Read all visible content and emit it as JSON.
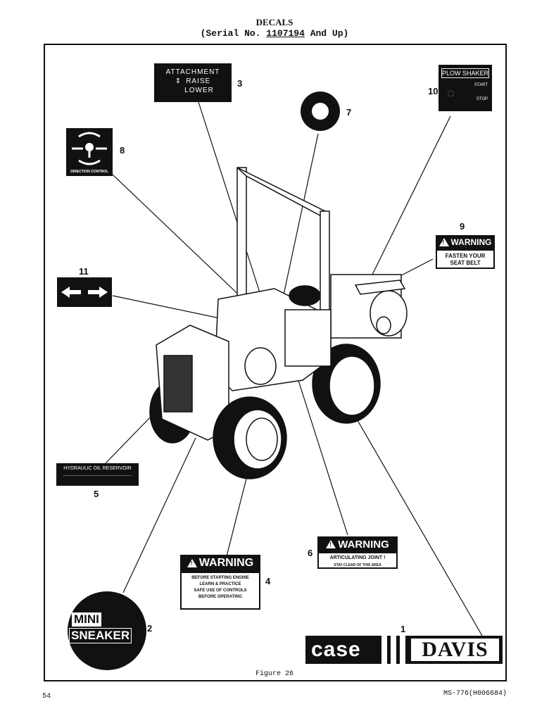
{
  "header": {
    "title": "DECALS",
    "serial_prefix": "(Serial No. ",
    "serial_number": "1107194",
    "serial_suffix": " And Up)"
  },
  "callouts": [
    "1",
    "2",
    "3",
    "4",
    "5",
    "6",
    "7",
    "8",
    "9",
    "10",
    "11"
  ],
  "decals": {
    "attachment": {
      "line1": "ATTACHMENT",
      "line2": "RAISE",
      "line3": "LOWER"
    },
    "plow_shaker": {
      "title": "PLOW SHAKER",
      "start": "START",
      "stop": "STOP"
    },
    "direction_control": {
      "caption": "DIRECTION CONTROL"
    },
    "warning_seat_belt": {
      "head": "WARNING",
      "line1": "FASTEN YOUR",
      "line2": "SEAT BELT"
    },
    "hydraulic": {
      "title": "HYDRAULIC OIL RESERVOIR"
    },
    "warning_articulating": {
      "head": "WARNING",
      "line1": "ARTICULATING JOINT !",
      "line2": "STAY CLEAR OF THIS AREA"
    },
    "warning_starting": {
      "head": "WARNING",
      "line1": "BEFORE STARTING ENGINE",
      "line2": "LEARN & PRACTICE",
      "line3": "SAFE USE OF CONTROLS",
      "line4": "BEFORE OPERATING"
    },
    "mini_sneaker": {
      "line1": "MINI",
      "line2": "SNEAKER"
    },
    "case_davis": {
      "left": "case",
      "right": "DAVIS"
    }
  },
  "footer": {
    "caption": "Figure 26",
    "page_number": "54",
    "doc_number": "MS-776(H006684)"
  }
}
